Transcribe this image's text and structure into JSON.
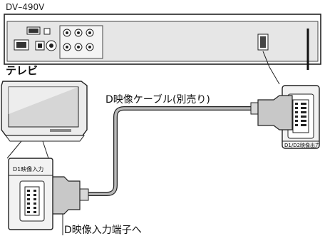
{
  "player": {
    "model": "DV–490V",
    "output_jack_label": "D1/D2映像出力"
  },
  "tv": {
    "label": "テレビ",
    "input_jack_label": "D1映像入力"
  },
  "cable": {
    "label": "D映像ケーブル(別売り)"
  },
  "instruction": {
    "label": "D映像入力端子へ"
  }
}
